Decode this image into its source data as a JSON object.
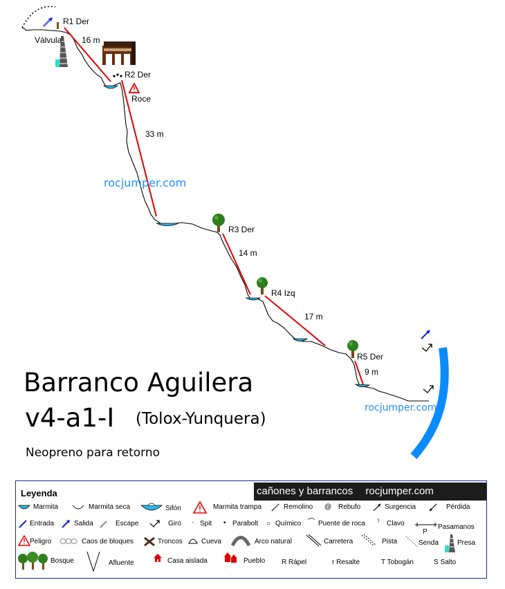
{
  "topo": {
    "labels": {
      "r1": "R1 Der",
      "valve": "Válvula",
      "r1_len": "16 m",
      "r2": "R2 Der",
      "roce": "Roce",
      "r2_len": "33 m",
      "watermark_1": "rocjumper.com",
      "r3": "R3 Der",
      "r3_len": "14 m",
      "r4": "R4 Izq",
      "r4_len": "17 m",
      "r5": "R5 Der",
      "r5_len": "9 m",
      "watermark_2": "rocjumper.com"
    },
    "colors": {
      "rope": "#e00000",
      "water": "#2ab7e6",
      "river": "#0a8cff",
      "tree_foliage": "#2e7d1e",
      "tree_trunk": "#7a4b1c",
      "ground": "#000000"
    }
  },
  "title": {
    "name": "Barranco Aguilera",
    "grade": "v4-a1-I",
    "location": "(Tolox-Yunquera)",
    "note": "Neopreno para retorno"
  },
  "legend": {
    "heading": "Leyenda",
    "banner_left": "cañones y barrancos",
    "banner_right": "rocjumper.com",
    "items": {
      "marmita": "Marmita",
      "marmita_seca": "Marmita seca",
      "sifon": "Sifón",
      "marmita_trampa": "Marmita trampa",
      "remolino": "Remolino",
      "rebufo": "Rebufo",
      "surgencia": "Surgencia",
      "perdida": "Pérdida",
      "entrada": "Entrada",
      "salida": "Salida",
      "escape": "Escape",
      "giro": "Giro",
      "spit": "Spit",
      "parabolt": "Parabolt",
      "quimico": "Químico",
      "puente_roca": "Puente de roca",
      "clavo": "Clavo",
      "pasamanos": "Pasamanos",
      "peligro": "Peligro",
      "caos": "Caos de bloques",
      "troncos": "Troncos",
      "cueva": "Cueva",
      "arco": "Arco natural",
      "carretera": "Carretera",
      "pista": "Pista",
      "senda": "Senda",
      "presa": "Presa",
      "bosque": "Bosque",
      "afluente": "Afluente",
      "casa": "Casa aislada",
      "pueblo": "Pueblo",
      "rapel": "R Rápel",
      "resalte": "r Resalte",
      "tobogan": "T Tobogán",
      "salto": "S Salto",
      "pasamanos_p": "P"
    }
  }
}
